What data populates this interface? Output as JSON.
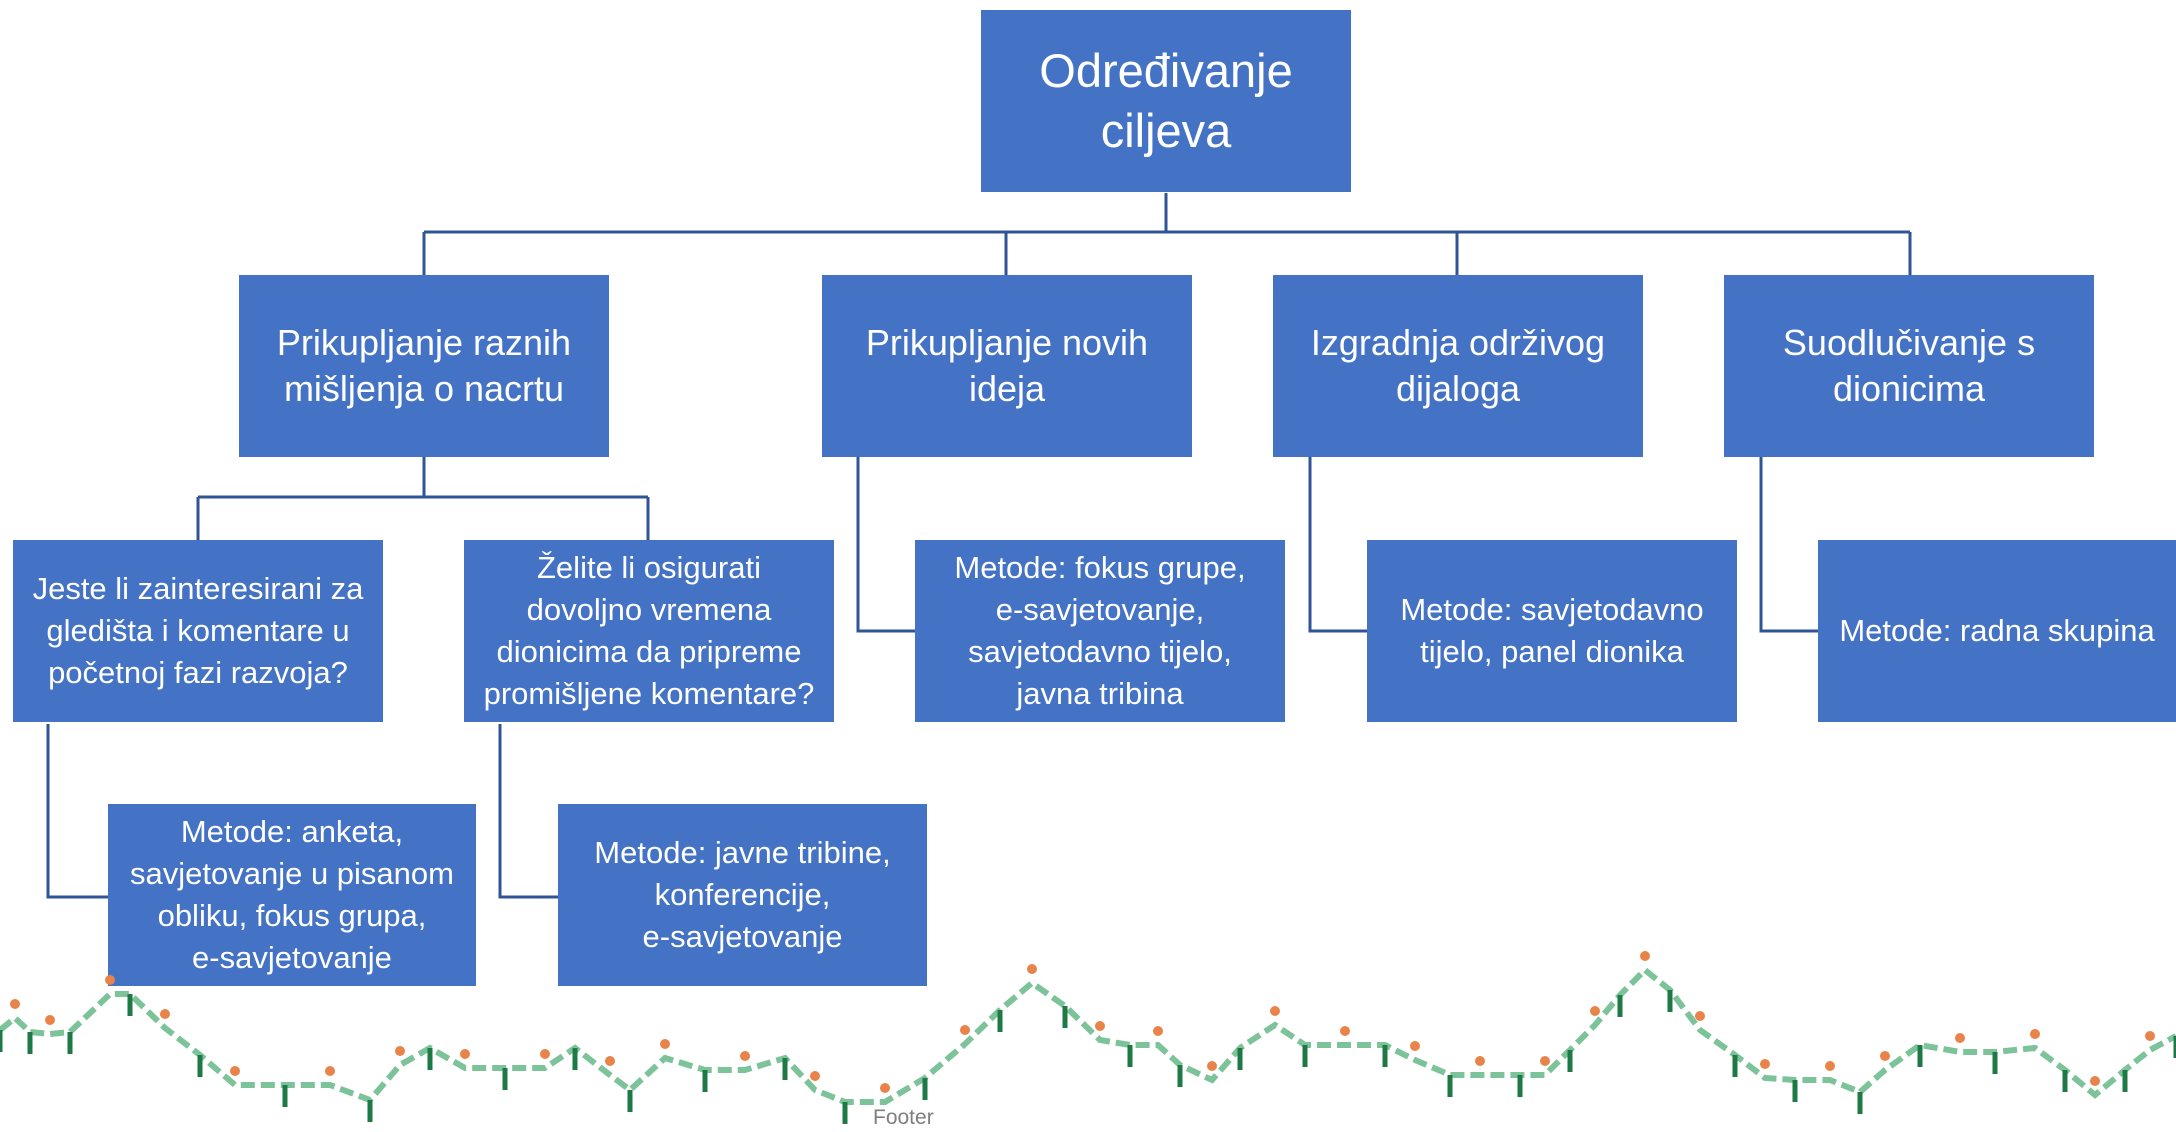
{
  "diagram": {
    "root": "Određivanje\nciljeva",
    "goals": [
      "Prikupljanje raznih\nmišljenja o nacrtu",
      "Prikupljanje novih\nideja",
      "Izgradnja održivog\ndijaloga",
      "Suodlučivanje s\ndionicima"
    ],
    "questions": [
      "Jeste li zainteresirani za\ngledišta i komentare u\npočetnoj fazi razvoja?",
      "Želite li osigurati\ndovoljno vremena\ndionicima da pripreme\npromišljene komentare?"
    ],
    "methods": [
      "Metode: anketa,\nsavjetovanje u pisanom\nobliku, fokus grupa,\ne-savjetovanje",
      "Metode: javne tribine,\nkonferencije,\ne-savjetovanje",
      "Metode: fokus grupe,\ne-savjetovanje,\nsavjetodavno tijelo,\njavna tribina",
      "Metode: savjetodavno\ntijelo, panel dionika",
      "Metode: radna skupina"
    ]
  },
  "footer": "Footer",
  "colors": {
    "box": "#4472C4",
    "connector": "#2F5597",
    "wave_line": "#7DC39A",
    "wave_tick": "#1E7A45",
    "wave_dot": "#E8834A"
  }
}
